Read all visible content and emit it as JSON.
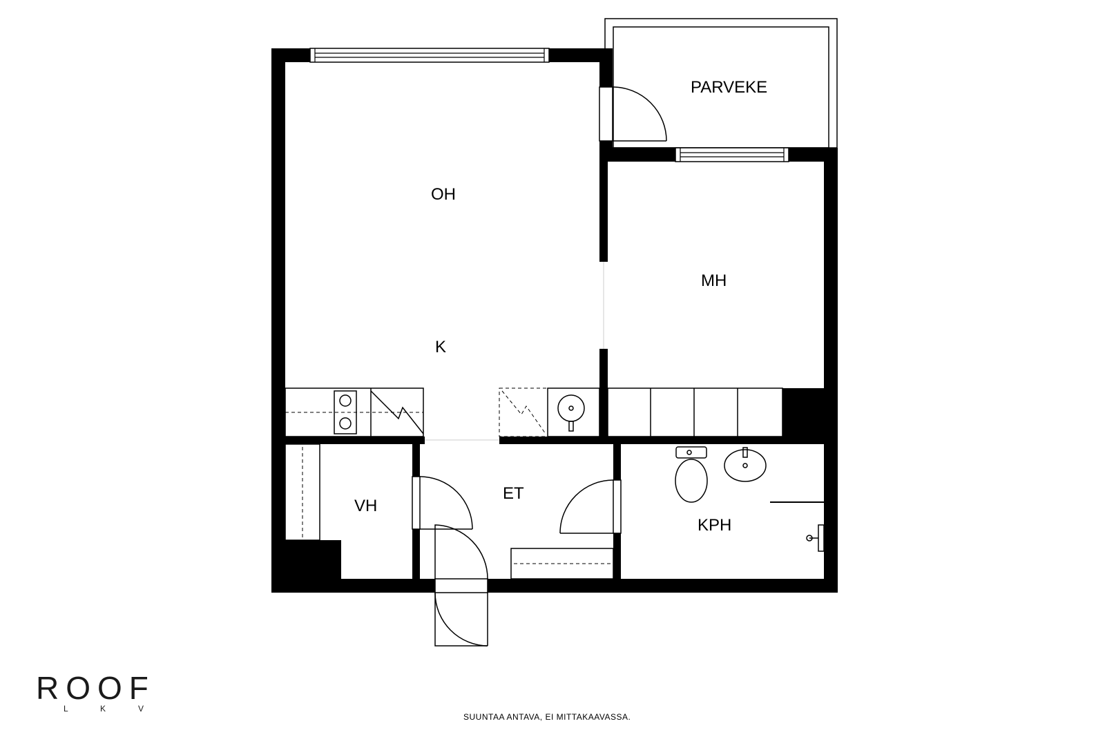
{
  "rooms": {
    "parveke": "PARVEKE",
    "oh": "OH",
    "mh": "MH",
    "k": "K",
    "et": "ET",
    "vh": "VH",
    "kph": "KPH"
  },
  "disclaimer": "SUUNTAA ANTAVA, EI MITTAKAAVASSA.",
  "logo": {
    "main": "ROOF",
    "sub_l": "L",
    "sub_k": "K",
    "sub_v": "V"
  }
}
